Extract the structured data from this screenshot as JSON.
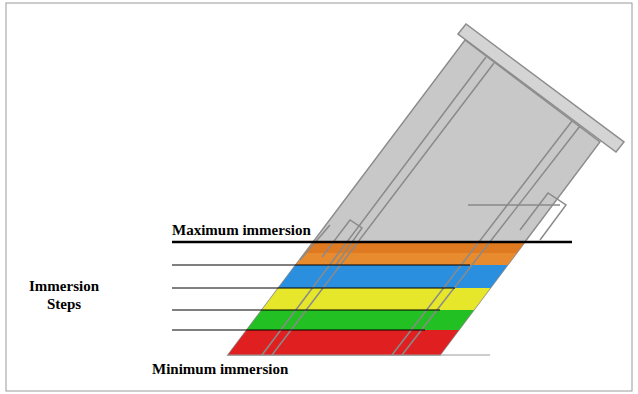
{
  "diagram": {
    "labels": [
      "Maximum immersion",
      "Immersion Steps",
      "Minimum immersion"
    ]
  }
}
